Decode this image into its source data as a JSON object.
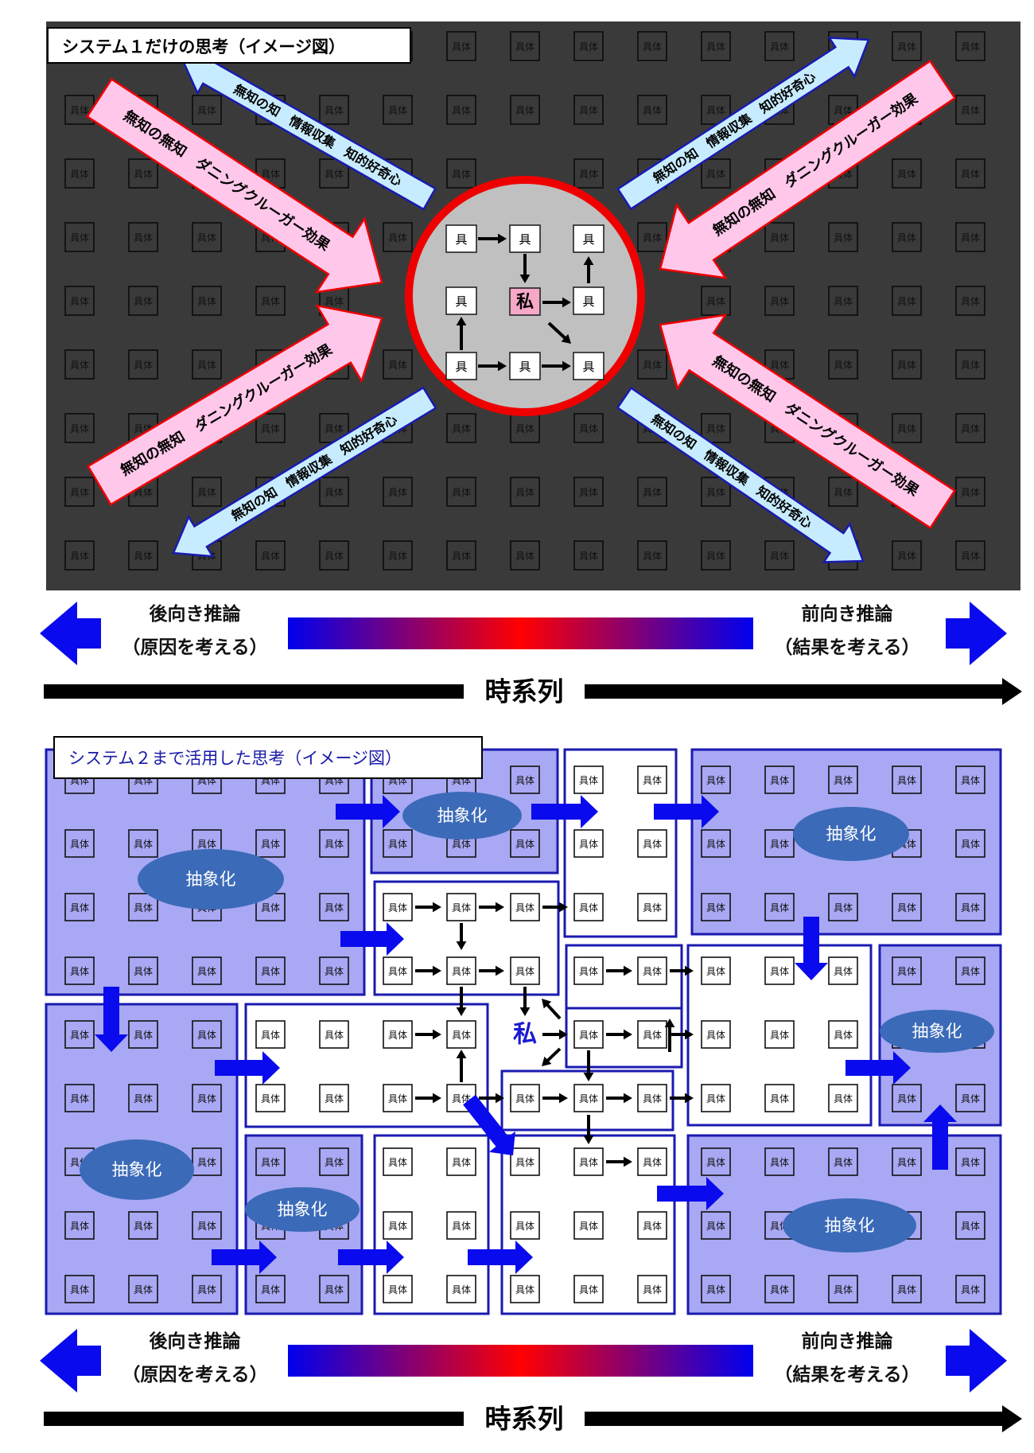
{
  "concrete_label": "具体",
  "concrete_short": "具",
  "self_label": "私",
  "abstraction_label": "抽象化",
  "system1": {
    "title": "システム１だけの思考（イメージ図）",
    "title_color": "#e60012",
    "arrow_pink_text": "無知の無知　ダニングクルーガー効果",
    "arrow_blue_text": "無知の知　情報収集　知的好奇心"
  },
  "system2": {
    "title": "システム２まで活用した思考（イメージ図）",
    "title_color": "#1a1aa8"
  },
  "timeline": {
    "backward_label": "後向き推論",
    "backward_sub": "（原因を考える）",
    "forward_label": "前向き推論",
    "forward_sub": "（結果を考える）",
    "axis_label": "時系列"
  },
  "colors": {
    "dark_bg": "#3a3a3a",
    "pink_arrow": "#ffc8ea",
    "blue_arrow": "#c8ecff",
    "red_ring": "#ee0000",
    "circle_fill": "#c0c0c0",
    "pink_cell": "#f7a7c8",
    "abstract_region": "#a8a8f4",
    "region_border": "#1a1ab0",
    "blue_arrow_solid": "#0a0aee",
    "ellipse": "#3b6ab8"
  }
}
